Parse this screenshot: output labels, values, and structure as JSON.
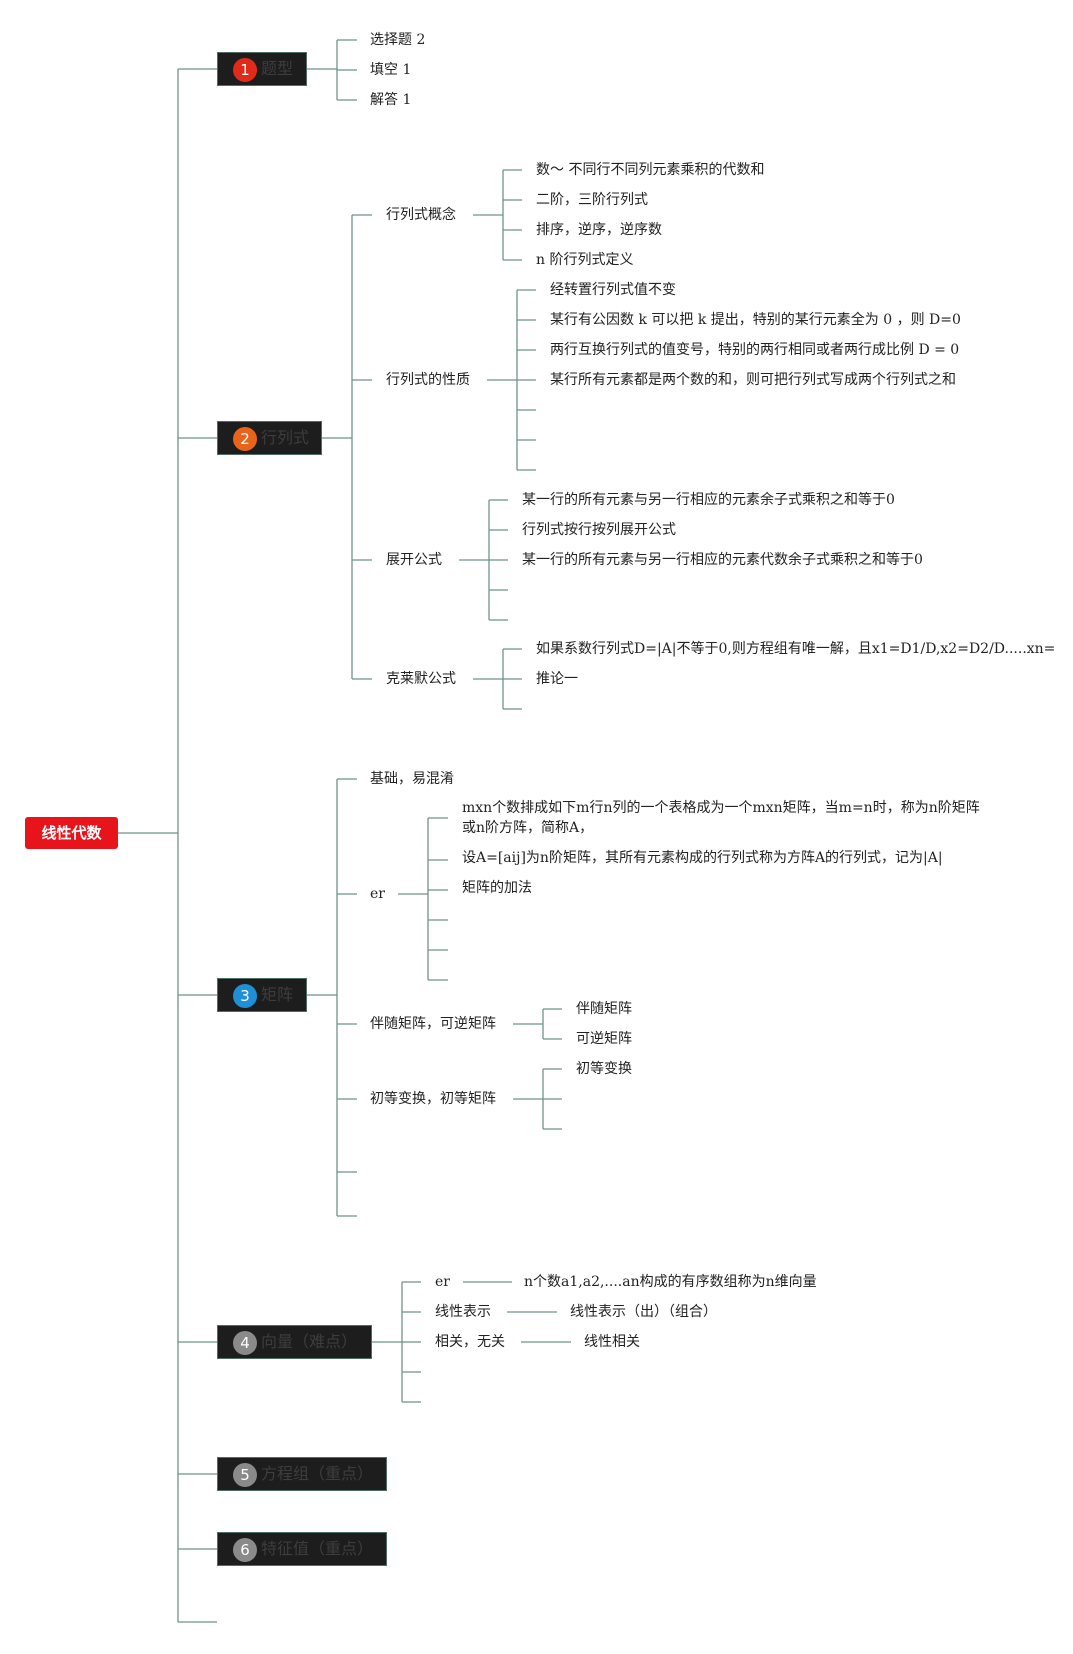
{
  "root": {
    "label": "线性代数"
  },
  "chapters": [
    {
      "num": "1",
      "label": "题型",
      "color": "#e02a1a"
    },
    {
      "num": "2",
      "label": "行列式",
      "color": "#e8641b"
    },
    {
      "num": "3",
      "label": "矩阵",
      "color": "#1f8fd6"
    },
    {
      "num": "4",
      "label": "向量（难点）",
      "color": "#8a8a8a"
    },
    {
      "num": "5",
      "label": "方程组（重点）",
      "color": "#8a8a8a"
    },
    {
      "num": "6",
      "label": "特征值（重点）",
      "color": "#8a8a8a"
    }
  ],
  "tixing": [
    "选择题 2",
    "填空 1",
    "解答 1"
  ],
  "hanglieshi": {
    "gainian": {
      "label": "行列式概念",
      "items": [
        "数～ 不同行不同列元素乘积的代数和",
        "二阶，三阶行列式",
        "排序，逆序，逆序数",
        "n 阶行列式定义"
      ]
    },
    "xingzhi": {
      "label": "行列式的性质",
      "items": [
        "经转置行列式值不变",
        "某行有公因数 k 可以把 k 提出，特别的某行元素全为 0 ，则 D=0",
        "两行互换行列式的值变号，特别的两行相同或者两行成比例 D = 0",
        "某行所有元素都是两个数的和，则可把行列式写成两个行列式之和"
      ]
    },
    "zhankai": {
      "label": "展开公式",
      "items": [
        "某一行的所有元素与另一行相应的元素余子式乘积之和等于0",
        "行列式按行按列展开公式",
        "某一行的所有元素与另一行相应的元素代数余子式乘积之和等于0"
      ]
    },
    "kelaimo": {
      "label": "克莱默公式",
      "items": [
        "如果系数行列式D=|A|不等于0,则方程组有唯一解，且x1=D1/D,x2=D2/D.....xn=",
        "推论一"
      ]
    }
  },
  "juzhen": {
    "jichu": "基础，易混淆",
    "er": {
      "label": "er",
      "item1_line1": "mxn个数排成如下m行n列的一个表格成为一个mxn矩阵，当m=n时，称为n阶矩阵",
      "item1_line2": "或n阶方阵，简称A，",
      "item2": "设A=[aij]为n阶矩阵，其所有元素构成的行列式称为方阵A的行列式，记为|A|",
      "item3": "矩阵的加法"
    },
    "bansui": {
      "label": "伴随矩阵，可逆矩阵",
      "items": [
        "伴随矩阵",
        "可逆矩阵"
      ]
    },
    "chudeng": {
      "label": "初等变换，初等矩阵",
      "items": [
        "初等变换"
      ]
    }
  },
  "xiangliang": {
    "er": {
      "label": "er",
      "child": "n个数a1,a2,....an构成的有序数组称为n维向量"
    },
    "xianxing": {
      "label": "线性表示",
      "child": "线性表示（出）（组合）"
    },
    "xiangguan": {
      "label": "相关，无关",
      "child": "线性相关"
    }
  }
}
